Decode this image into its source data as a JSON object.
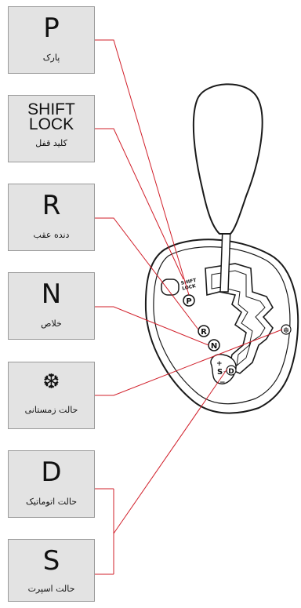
{
  "legend": [
    {
      "id": "park",
      "symbol": "P",
      "label": "پارک"
    },
    {
      "id": "shift-lock",
      "symbol": "SHIFT\nLOCK",
      "label": "کلید قفل"
    },
    {
      "id": "reverse",
      "symbol": "R",
      "label": "دنده عقب"
    },
    {
      "id": "neutral",
      "symbol": "N",
      "label": "خلاص"
    },
    {
      "id": "snow",
      "symbol": "❆",
      "label": "حالت زمستانی"
    },
    {
      "id": "drive",
      "symbol": "D",
      "label": "حالت اتوماتیک"
    },
    {
      "id": "sport",
      "symbol": "S",
      "label": "حالت اسپرت"
    }
  ],
  "shifter": {
    "shift_lock_mark": "SHIFT LOCK",
    "p": "P",
    "r": "R",
    "n": "N",
    "d": "D",
    "s": "S",
    "plus": "+",
    "minus": "−",
    "snow": "❆"
  },
  "colors": {
    "leader_line": "#d11f2a",
    "box_fill": "#e3e3e3",
    "outline": "#1a1a1a"
  }
}
